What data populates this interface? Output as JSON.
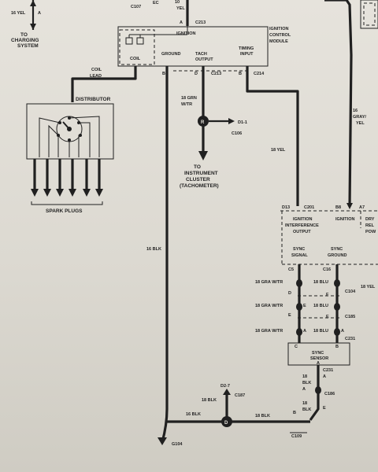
{
  "top_left": {
    "wire": "16 YEL",
    "pin": "A",
    "to": "TO",
    "line2": "CHARGING",
    "line3": "SYSTEM"
  },
  "top_center": {
    "c107": "C107",
    "ec": "EC",
    "wire_color": "10",
    "yel": "YEL",
    "pin_a": "A",
    "c213": "C213"
  },
  "icm": {
    "ignition": "IGNITION",
    "title1": "IGNITION",
    "title2": "CONTROL",
    "title3": "MODULE",
    "coil": "COIL",
    "ground": "GROUND",
    "tach": "TACH",
    "output": "OUTPUT",
    "timing": "TIMING",
    "input": "INPUT",
    "pin_b": "B",
    "pin_d": "D",
    "c213": "C213",
    "pin_b2": "B",
    "c214": "C214"
  },
  "coil_lead": {
    "l1": "COIL",
    "l2": "LEAD"
  },
  "distributor": {
    "label": "DISTRIBUTOR"
  },
  "spark_plugs": {
    "label": "SPARK PLUGS"
  },
  "wires": {
    "ground_main": "16 BLK",
    "timing": "18 YEL"
  },
  "tach": {
    "wire1": "18 GRN",
    "wire2": "W/TR",
    "splice": "R",
    "ref": "D1-1",
    "c106": "C106",
    "to": "TO",
    "line2": "INSTRUMENT",
    "line3": "CLUSTER",
    "line4": "(TACHOMETER)"
  },
  "right": {
    "gy1": "16",
    "gy2": "GRAY/",
    "gy3": "YEL"
  },
  "block": {
    "d13": "D13",
    "c201": "C201",
    "b8": "B8",
    "a7": "A7",
    "t1": "IGNITION",
    "t2": "INTERFERENCE",
    "t3": "OUTPUT",
    "ign": "IGNITION",
    "dry": "DRY",
    "rel": "REL",
    "pow": "POW",
    "ss1": "SYNC",
    "ss2": "SIGNAL",
    "sg1": "SYNC",
    "sg2": "GROUND"
  },
  "sync": {
    "c5": "C5",
    "c16": "C16",
    "right_yel": "18 YEL",
    "gra": "18 GRA W/TR",
    "blu": "18 BLU",
    "d": "D",
    "f": "F",
    "e": "E",
    "a": "A",
    "c104": "C104",
    "c185": "C185",
    "c231": "C231"
  },
  "sensor": {
    "c": "C",
    "b": "B",
    "a": "A",
    "t1": "SYNC",
    "t2": "SENSOR",
    "w18": "18",
    "blk": "BLK",
    "c186": "C186"
  },
  "bottom": {
    "ref": "D2-7",
    "c187": "C187",
    "splice": "D",
    "blk16": "16 BLK",
    "blk18": "18 BLK",
    "c109": "C109",
    "g104": "G104"
  }
}
